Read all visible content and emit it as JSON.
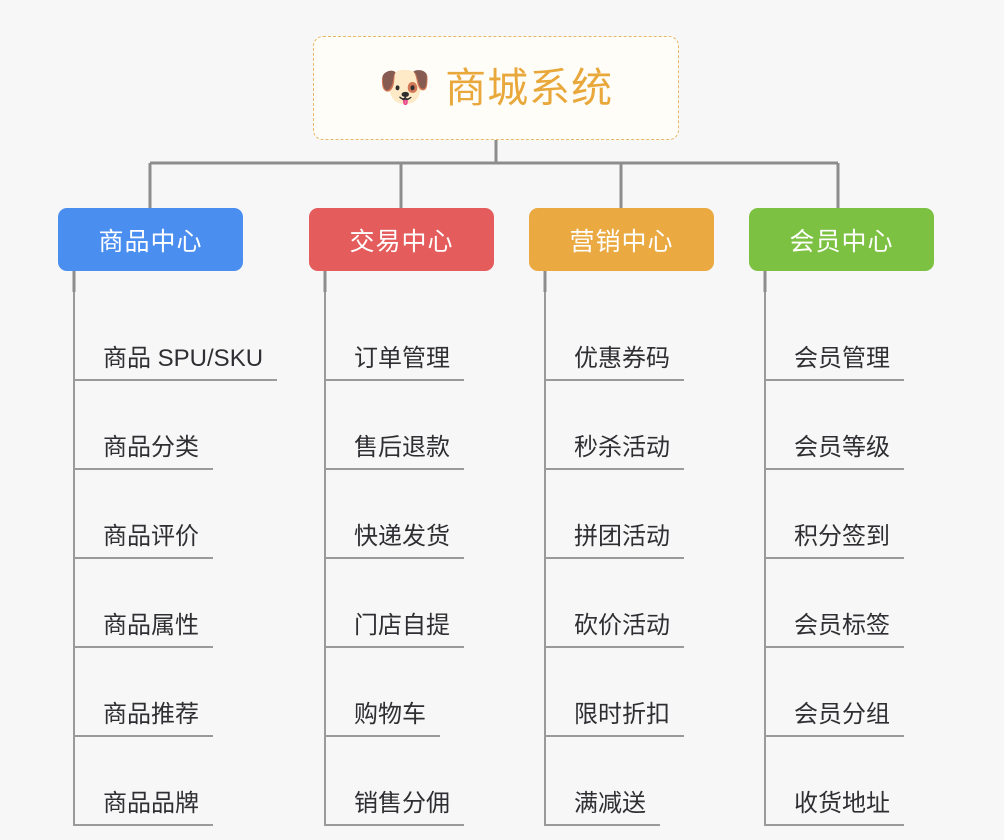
{
  "background_color": "#f7f7f7",
  "root": {
    "icon": "shiba-dog-face-emoji",
    "emoji": "🐶",
    "title": "商城系统",
    "title_color": "#e9a83c",
    "border_color": "#e8b765",
    "border_style": "dashed"
  },
  "connector_color": "#8d8d8d",
  "branches": [
    {
      "label": "商品中心",
      "color": "#4a8ef0",
      "leaves": [
        "商品 SPU/SKU",
        "商品分类",
        "商品评价",
        "商品属性",
        "商品推荐",
        "商品品牌"
      ]
    },
    {
      "label": "交易中心",
      "color": "#e45c5c",
      "leaves": [
        "订单管理",
        "售后退款",
        "快递发货",
        "门店自提",
        "购物车",
        "销售分佣"
      ]
    },
    {
      "label": "营销中心",
      "color": "#eaa941",
      "leaves": [
        "优惠券码",
        "秒杀活动",
        "拼团活动",
        "砍价活动",
        "限时折扣",
        "满减送"
      ]
    },
    {
      "label": "会员中心",
      "color": "#7cc142",
      "leaves": [
        "会员管理",
        "会员等级",
        "积分签到",
        "会员标签",
        "会员分组",
        "收货地址"
      ]
    }
  ]
}
